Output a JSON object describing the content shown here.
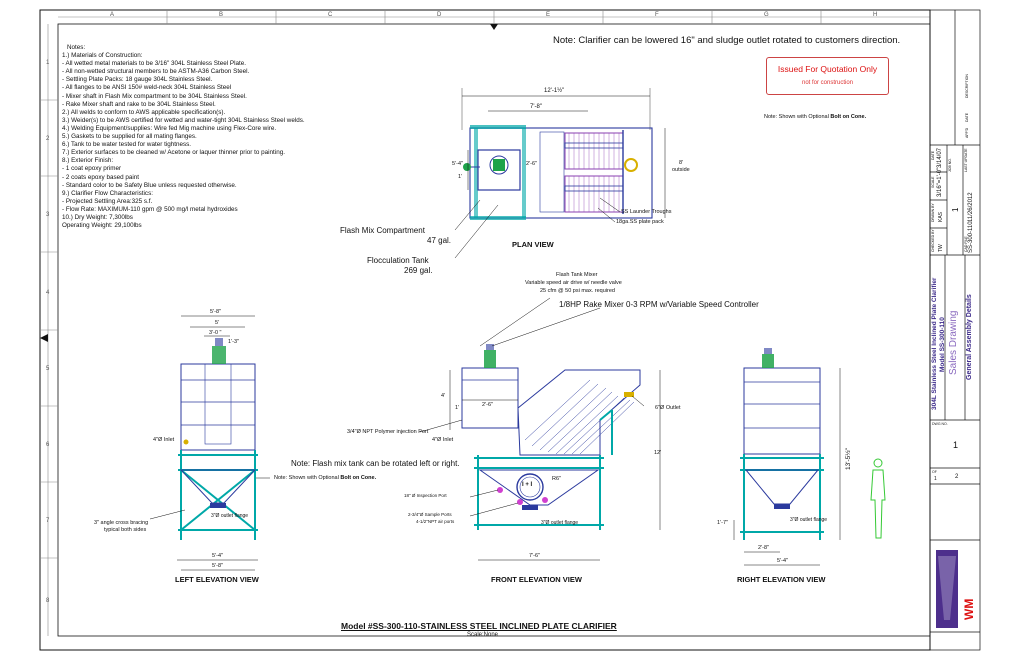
{
  "border": {
    "columns": [
      "A",
      "B",
      "C",
      "D",
      "E",
      "F",
      "G",
      "H"
    ],
    "rows": [
      "1",
      "2",
      "3",
      "4",
      "5",
      "6",
      "7",
      "8"
    ]
  },
  "header_note": "Note: Clarifier can be lowered 16\" and sludge outlet rotated to customers direction.",
  "stamp": {
    "title": "Issued For Quotation Only",
    "subtitle": "not for construction"
  },
  "plan_note": "Note: Shown with Optional",
  "plan_note_bold": "Bolt on Cone.",
  "notes": [
    "Notes:",
    "1.) Materials of Construction:",
    "      - All wetted metal materials to be 3/16\" 304L Stainless Steel Plate.",
    "      - All non-wetted structural members to be ASTM-A36 Carbon Steel.",
    "      - Settling Plate Packs: 18 gauge 304L Stainless Steel.",
    "      - All flanges to be ANSI 150# weld-neck 304L Stainless Steel",
    "      - Mixer shaft in Flash Mix compartment to be 304L Stainless Steel.",
    "      - Rake Mixer shaft and rake to be 304L Stainless Steel.",
    "2.) All welds to conform to AWS applicable specification(s).",
    "3.) Weider(s) to be AWS certified for wetted and water-tight 304L Stainless Steel welds.",
    "4.) Welding Equipment/supplies: Wire fed Mig machine using Flex-Core wire.",
    "5.) Gaskets to be supplied for all mating flanges.",
    "6.) Tank to be water tested for water tightness.",
    "7.) Exterior surfaces to be cleaned w/ Acetone or laquer thinner prior to painting.",
    "8.) Exterior Finish:",
    "      - 1 coat epoxy primer",
    "      - 2 coats epoxy based paint",
    "      - Standard color to be Safety Blue unless requested otherwise.",
    "9.) Clarifier Flow Characteristics:",
    "      - Projected Settling Area:325 s.f.",
    "      - Flow Rate: MAXIMUM-110 gpm @ 500 mg/l metal hydroxides",
    "10.) Dry Weight: 7,300lbs",
    "        Operating Weight: 29,100lbs"
  ],
  "plan": {
    "title": "PLAN VIEW",
    "dim_width": "12'-1½\"",
    "dim_inner": "7'-8\"",
    "dim_left": "5'-4\"",
    "dim_one": "1'",
    "dim_mid": "2'-6\"",
    "dim_right_a": "8'",
    "dim_right_b": "outside",
    "label_launder": "SS Launder Troughs",
    "label_plate": "18ga.SS plate pack",
    "label_flash_a": "Flash Mix Compartment",
    "label_flash_b": "47 gal.",
    "label_floc_a": "Flocculation Tank",
    "label_floc_b": "269 gal."
  },
  "left": {
    "title": "LEFT ELEVATION VIEW",
    "dim_top": "5'-8\"",
    "dim_a": "5'",
    "dim_b": "3'-0 \"",
    "dim_c": "1'-3\"",
    "inlet": "4\"Ø Inlet",
    "note": "Note: Shown with Optional",
    "note_bold": "Bolt on Cone.",
    "bracing_a": "3\" angle cross bracing",
    "bracing_b": "typical both sides",
    "outlet": "3\"Ø outlet flange",
    "dim_d": "5'-4\"",
    "dim_e": "5'-8\""
  },
  "front": {
    "title": "FRONT ELEVATION VIEW",
    "mixer_a": "Flash Tank Mixer",
    "mixer_b": "Variable speed air drive w/ needle valve",
    "mixer_c": "25 cfm @ 50 psi max. required",
    "rake": "1/8HP Rake Mixer 0-3 RPM  w/Variable Speed Controller",
    "outlet6": "6\"Ø Outlet",
    "dim_4": "4'",
    "dim_1": "1'",
    "dim_26": "2'-6\"",
    "polymer": "3/4\"Ø NPT Polymer injection Port",
    "inlet": "4\"Ø Inlet",
    "rotate_note": "Note: Flash mix tank can be rotated left or right.",
    "dim_12": "12'",
    "r": "R6\"",
    "inspection": "18\" Ø Inspection Port",
    "sample": "2-3/4\"Ø Sample Ports",
    "air": "4-1/2\"NPT air ports",
    "outlet3": "3\"Ø outlet flange",
    "dim_76": "7'-6\"",
    "flange_label": "I + I"
  },
  "right": {
    "title": "RIGHT ELEVATION VIEW",
    "dim_h": "13'-5½\"",
    "dim_17": "1'-7\"",
    "outlet": "3\"Ø outlet flange",
    "dim_28": "2'-8\"",
    "dim_54": "5'-4\""
  },
  "footer": {
    "model": "Model #SS-300-110-STAINLESS STEEL INCLINED PLATE CLARIFIER",
    "scale": "Scale:None"
  },
  "titleblock": {
    "title_a": "304L Stainless Steel Inclined Plate Clarifier",
    "title_b": "Model SS-300-110",
    "sales": "Sales Drawing",
    "general": "General Assembly Details",
    "date_label": "DATE",
    "date": "3/14/07",
    "scale_label": "SCALE",
    "scale": "3/16\"=1'-0\"",
    "drawn_label": "DRAWN BY",
    "drawn": "KAS",
    "checked_label": "CHECKED BY",
    "checked": "TW",
    "job_label": "JOB NO.",
    "job": "1",
    "update_label": "LAST UPDATE",
    "update": "11/26/2012",
    "cad_label": "CAD FILE",
    "cad": "SS-300-110",
    "dwg_label": "DWG NO.",
    "dwg": "1",
    "sheet_label": "OF",
    "sheet_a": "1",
    "sheet_b": "2",
    "rev_label": "DESCRIPTION",
    "rev_date": "DATE",
    "rev_app": "APP'D",
    "company": "WM"
  },
  "colors": {
    "frame": "#00a8a8",
    "tank": "#2b3a9e",
    "purple": "#8a3fb0",
    "green": "#1ea34a",
    "yellow": "#d8b000",
    "person": "#35c935",
    "red": "#d11"
  }
}
